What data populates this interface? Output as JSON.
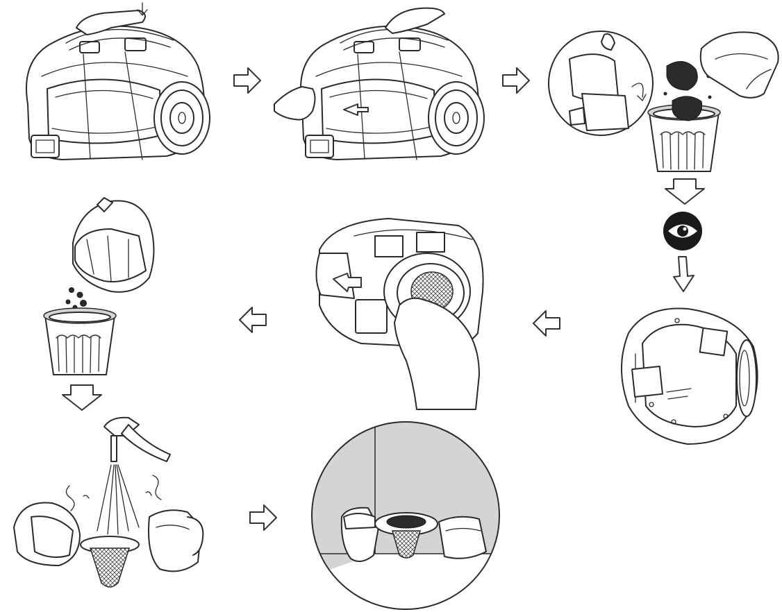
{
  "figure": {
    "steps": [
      "press-release-button",
      "pull-out-dust-container",
      "empty-dust-into-bin",
      "inspect-container",
      "remove-filter",
      "shake-out-dust",
      "rinse-with-water",
      "air-dry"
    ],
    "arrow_directions": [
      "right",
      "right",
      "down",
      "down",
      "left",
      "left",
      "down",
      "right"
    ],
    "colors": {
      "line": "#2a2a2a",
      "shade": "#d4d4d4",
      "dust": "#2b2b2b",
      "background": "#ffffff"
    }
  }
}
